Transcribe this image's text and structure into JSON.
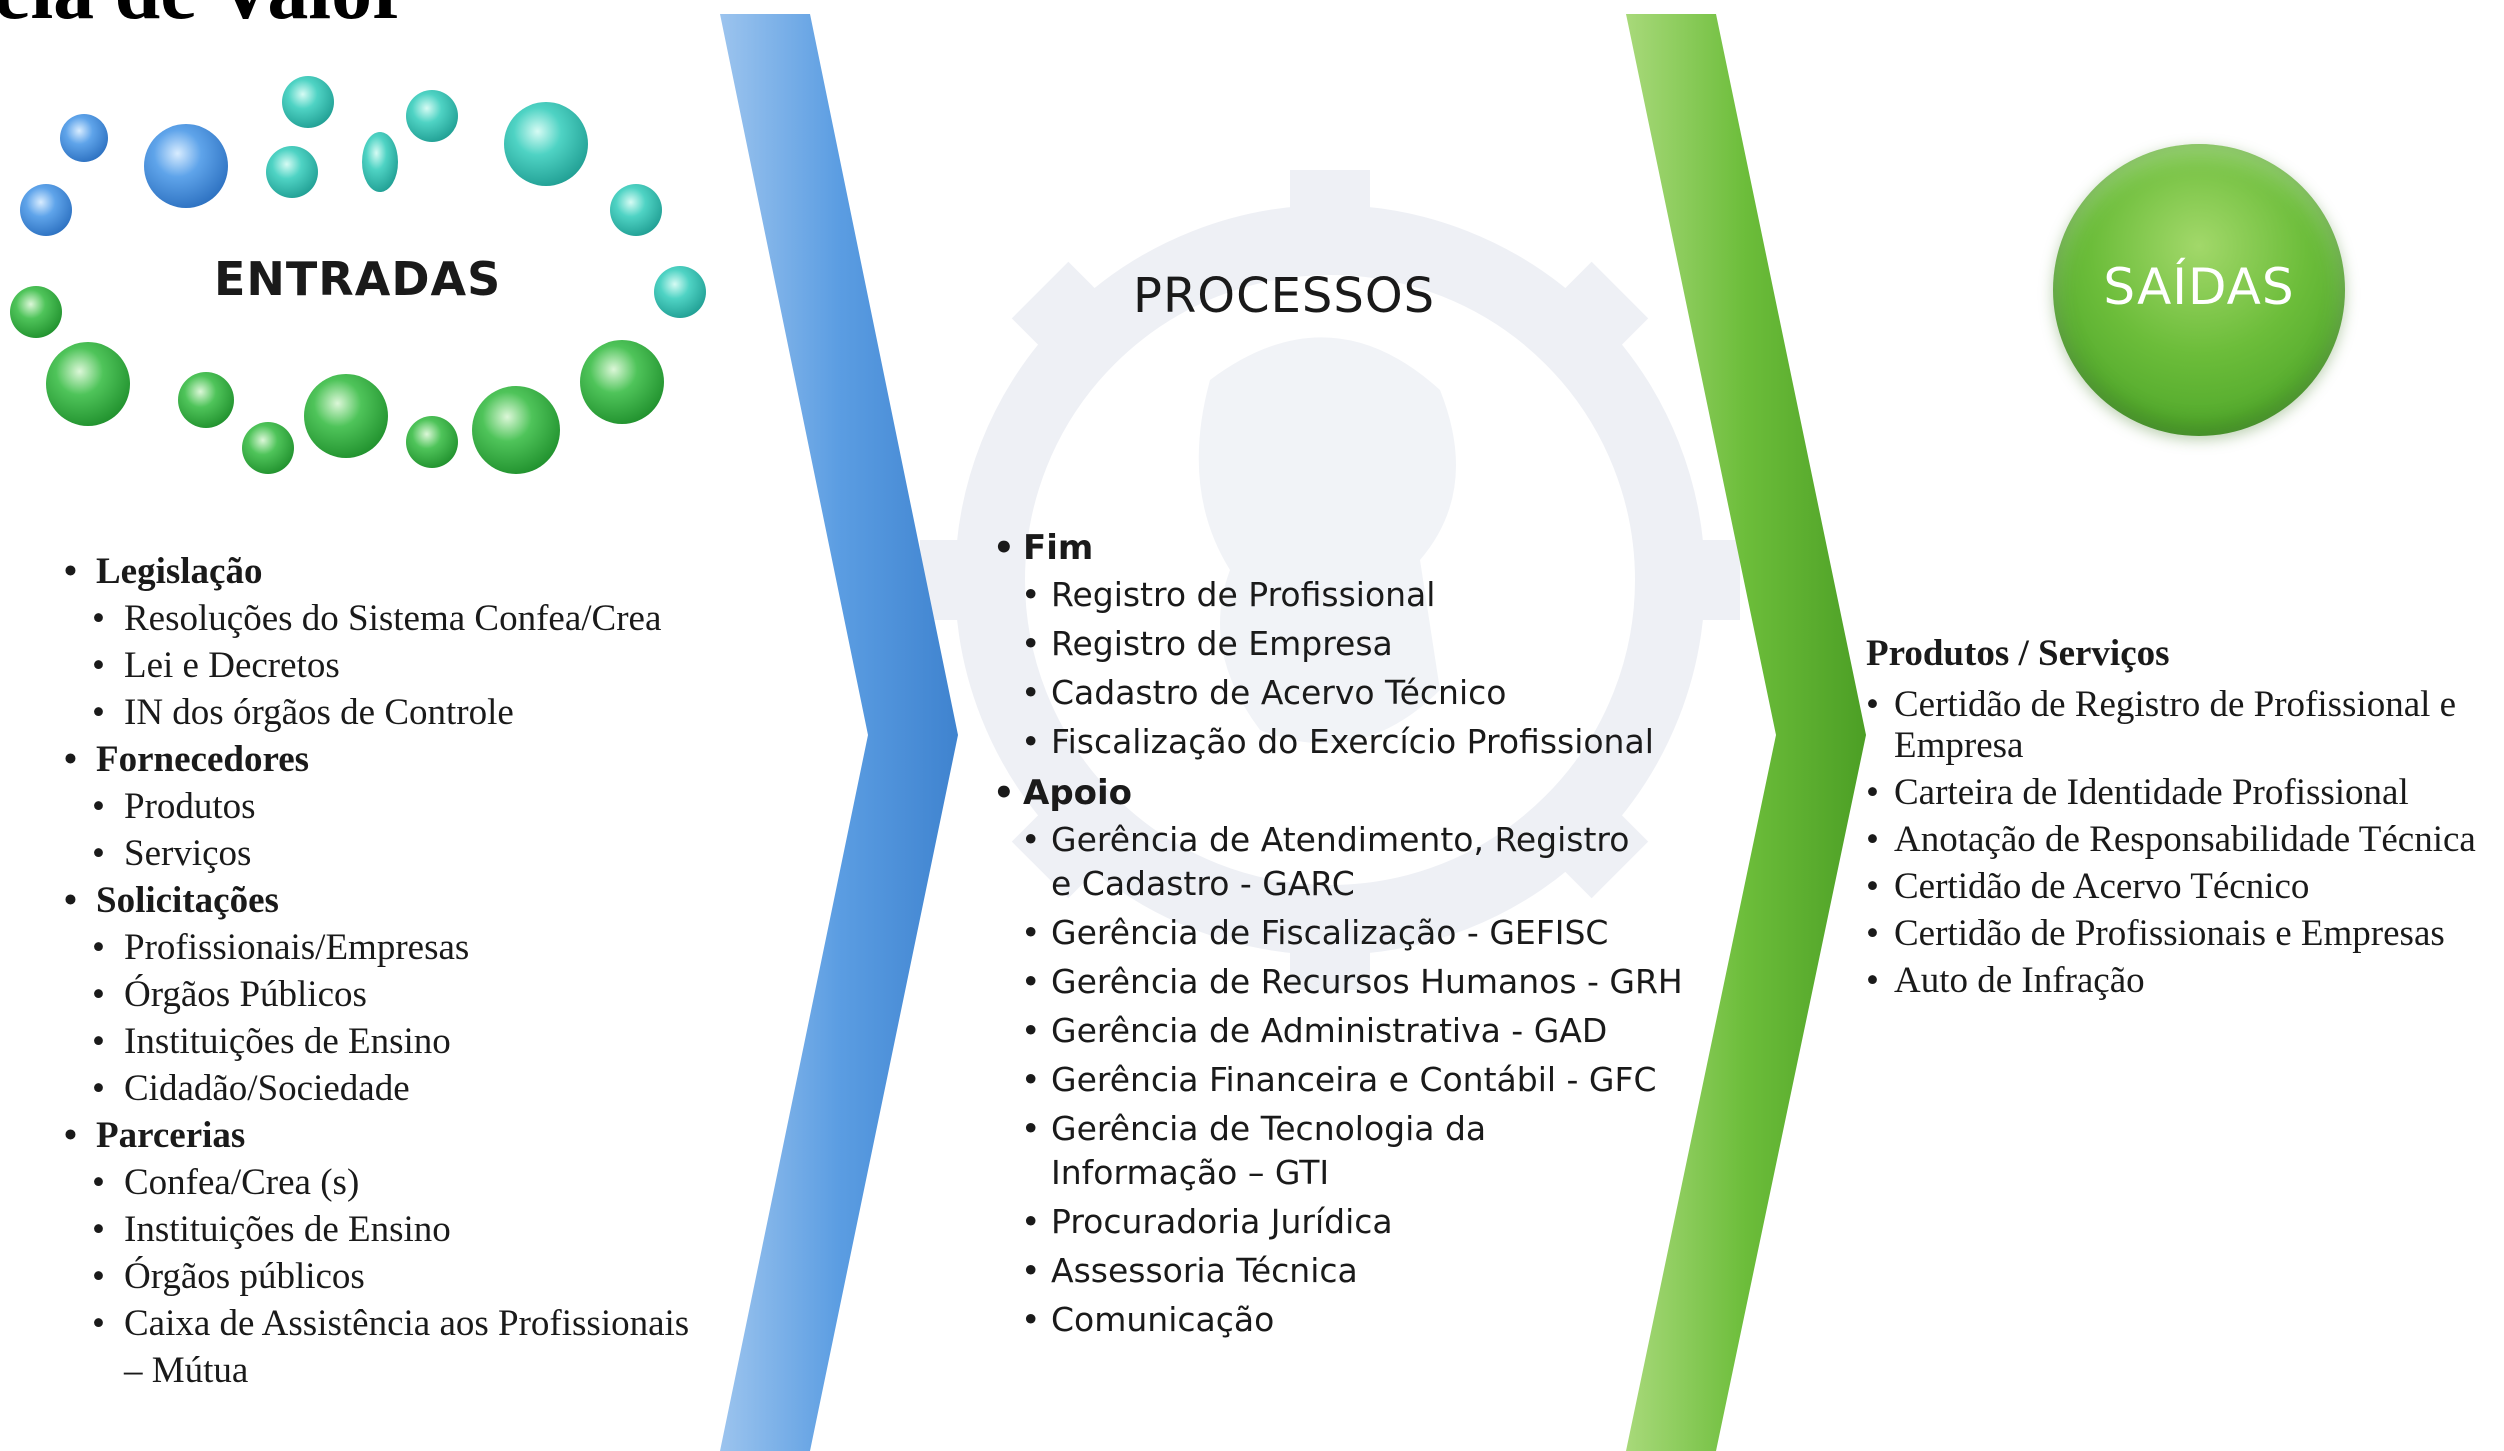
{
  "title": "eia de Valor",
  "entradas": {
    "label": "ENTRADAS",
    "groups": [
      {
        "label": "Legislação",
        "items": [
          "Resoluções do Sistema Confea/Crea",
          "Lei e Decretos",
          "IN dos órgãos de Controle"
        ]
      },
      {
        "label": "Fornecedores",
        "items": [
          "Produtos",
          "Serviços"
        ]
      },
      {
        "label": "Solicitações",
        "items": [
          "Profissionais/Empresas",
          "Órgãos Públicos",
          "Instituições de Ensino",
          "Cidadão/Sociedade"
        ]
      },
      {
        "label": "Parcerias",
        "items": [
          "Confea/Crea (s)",
          "Instituições de Ensino",
          "Órgãos públicos",
          "Caixa de Assistência aos Profissionais",
          "– Mútua"
        ]
      }
    ]
  },
  "processos": {
    "label": "PROCESSOS",
    "groups": [
      {
        "label": "Fim",
        "items": [
          "Registro de Profissional",
          "Registro de Empresa",
          "Cadastro de Acervo Técnico",
          "Fiscalização do Exercício Profissional"
        ]
      },
      {
        "label": "Apoio",
        "items": [
          "Gerência de Atendimento, Registro e Cadastro - GARC",
          "Gerência de Fiscalização - GEFISC",
          "Gerência de Recursos Humanos - GRH",
          "Gerência de Administrativa - GAD",
          "Gerência Financeira e Contábil - GFC",
          "Gerência de Tecnologia da Informação – GTI",
          "Procuradoria Jurídica",
          "Assessoria Técnica",
          "Comunicação"
        ]
      }
    ]
  },
  "saidas": {
    "label": "SAÍDAS",
    "heading": "Produtos / Serviços",
    "items": [
      "Certidão de Registro de Profissional e Empresa",
      "Carteira de Identidade Profissional",
      "Anotação de Responsabilidade Técnica",
      "Certidão de Acervo Técnico",
      "Certidão de Profissionais e Empresas",
      "Auto de Infração"
    ]
  },
  "colors": {
    "blue_chevron": "#4a90d9",
    "green_chevron": "#5cb02e",
    "saidas_circle": "#5fb534"
  }
}
